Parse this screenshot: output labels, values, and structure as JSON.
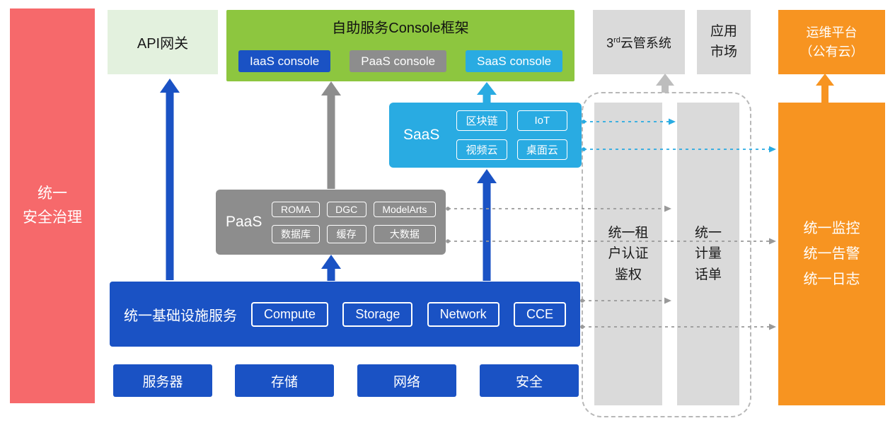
{
  "colors": {
    "blue": "#1A52C4",
    "gray": "#8D8D8D",
    "light_gray": "#DADADA",
    "green": "#8DC63F",
    "light_green": "#E3F1DE",
    "cyan": "#29ABE2",
    "orange": "#F79421",
    "red": "#F6696B",
    "dashed_border": "#B8B8B8",
    "connector_gray": "#999999"
  },
  "security": {
    "label": "统一\n安全治理"
  },
  "api_gateway": {
    "label": "API网关"
  },
  "console": {
    "title": "自助服务Console框架",
    "items": [
      {
        "label": "IaaS console"
      },
      {
        "label": "PaaS console"
      },
      {
        "label": "SaaS console"
      }
    ]
  },
  "third_party": {
    "num": "3",
    "sup": "rd",
    "text": "云管系统"
  },
  "app_market": {
    "label": "应用\n市场"
  },
  "om_platform": {
    "label": "运维平台\n（公有云）"
  },
  "saas": {
    "label": "SaaS",
    "items": [
      "区块链",
      "IoT",
      "视频云",
      "桌面云"
    ]
  },
  "paas": {
    "label": "PaaS",
    "items": [
      "ROMA",
      "DGC",
      "ModelArts",
      "数据库",
      "缓存",
      "大数据"
    ]
  },
  "infra": {
    "label": "统一基础设施服务",
    "items": [
      "Compute",
      "Storage",
      "Network",
      "CCE"
    ]
  },
  "hardware": {
    "items": [
      "服务器",
      "存储",
      "网络",
      "安全"
    ]
  },
  "auth": {
    "label": "统一租\n户认证\n鉴权"
  },
  "metering": {
    "label": "统一\n计量\n话单"
  },
  "monitoring": {
    "label": "统一监控\n统一告警\n统一日志"
  }
}
